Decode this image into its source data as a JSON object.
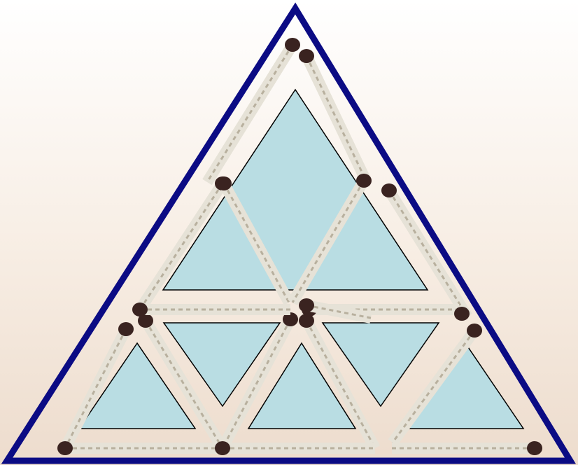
{
  "diagram": {
    "kind": "matchstick triangle puzzle",
    "outer_frame_color": "#0b0b84",
    "panel_fill_color": "#b9dde3",
    "match_stick_color": "#e6e2d7",
    "match_head_color": "#3a2320",
    "panels": [
      {
        "name": "top-large-triangle-panel",
        "orientation": "up"
      },
      {
        "name": "middle-left-triangle-panel",
        "orientation": "down"
      },
      {
        "name": "middle-right-triangle-panel",
        "orientation": "down"
      },
      {
        "name": "bottom-left-triangle-panel",
        "orientation": "up"
      },
      {
        "name": "bottom-center-triangle-panel",
        "orientation": "up"
      },
      {
        "name": "bottom-right-triangle-panel",
        "orientation": "up"
      }
    ],
    "matchstick_count": 18
  }
}
